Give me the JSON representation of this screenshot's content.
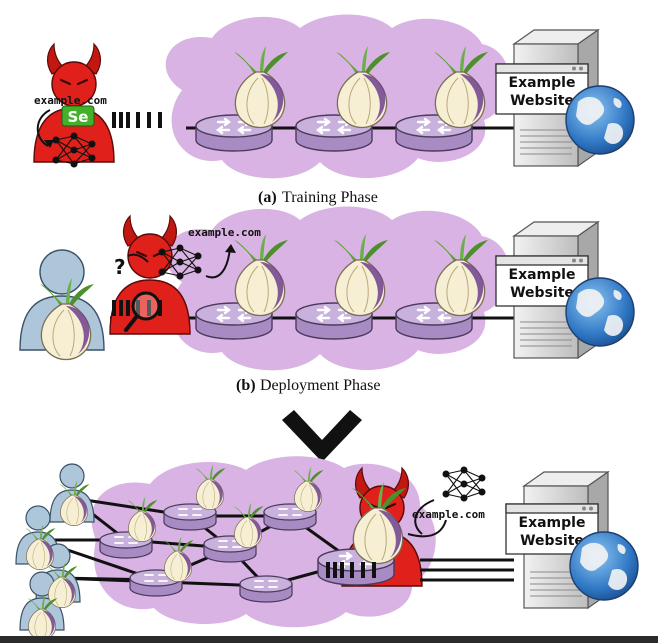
{
  "colors": {
    "cloud": "#d9b3e3",
    "router_top": "#c7aedb",
    "router_side": "#a98bc4",
    "onion": "#f6efd3",
    "onion_purple": "#6d3f8c",
    "adversary": "#e0201b",
    "user": "#aec6da",
    "server": "#d8d8d8",
    "globe": "#2f77c4"
  },
  "panel_a": {
    "label_letter": "(a)",
    "label_text": "Training Phase",
    "url_text": "example.com",
    "selenium_text": "Se",
    "website_line1": "Example",
    "website_line2": "Website"
  },
  "panel_b": {
    "label_letter": "(b)",
    "label_text": "Deployment Phase",
    "url_text": "example.com",
    "question_mark": "?",
    "website_line1": "Example",
    "website_line2": "Website"
  },
  "panel_c": {
    "url_text": "example.com",
    "website_line1": "Example",
    "website_line2": "Website"
  },
  "transition": {
    "arrow_icon": "chevron-down-icon"
  }
}
